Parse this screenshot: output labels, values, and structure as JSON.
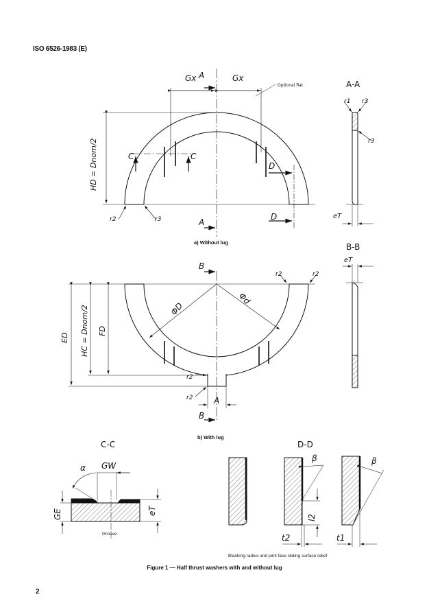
{
  "header": {
    "doc_id": "ISO 6526-1983 (E)"
  },
  "figure_a": {
    "caption": "a)   Without lug",
    "section_left": "A",
    "section_right": "D",
    "section_c": "C",
    "gx": "Gx",
    "hd": "HD = Dnom/2",
    "optional_flat": "Optional flat",
    "r2": "r2",
    "r3": "r3"
  },
  "section_aa": {
    "title": "A-A",
    "r1": "r1",
    "r3": "r3",
    "et": "eT"
  },
  "figure_b": {
    "caption": "b)   With lug",
    "section": "B",
    "phi_D": "ΦD",
    "phi_d": "Φd",
    "ed": "ED",
    "hc": "HC = Dnom/2",
    "fd": "FD",
    "a": "A",
    "r2": "r2"
  },
  "section_bb": {
    "title": "B-B",
    "et": "eT"
  },
  "section_cc": {
    "title": "C-C",
    "alpha": "α",
    "gw": "GW",
    "ge": "GE",
    "et": "eT",
    "caption": "Groove"
  },
  "section_dd": {
    "title": "D-D",
    "beta": "β",
    "l2": "l2",
    "t2": "t2",
    "t1": "t1",
    "caption": "Blanking radius and joint face sliding surface relief"
  },
  "figure_title": "Figure 1 — Half thrust washers with and without lug",
  "page_number": "2"
}
